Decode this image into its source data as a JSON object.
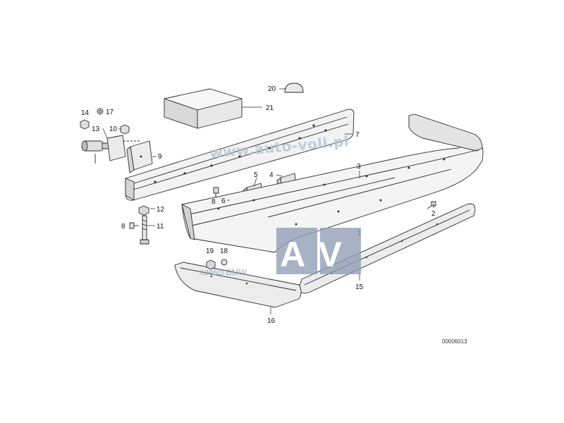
{
  "diagram": {
    "doc_number": "00006013",
    "watermark": {
      "url": "www.auto-voll.pl",
      "logo_letters": "AV",
      "logo_subtitle": "części BMW"
    },
    "part_numbers": {
      "p1": "1",
      "p2": "2",
      "p3": "3",
      "p4": "4",
      "p5": "5",
      "p6": "6",
      "p7": "7",
      "p8a": "8",
      "p8b": "8",
      "p9": "9",
      "p10": "10",
      "p11": "11",
      "p12": "12",
      "p13": "13",
      "p14": "14",
      "p15": "15",
      "p16": "16",
      "p17": "17",
      "p18": "18",
      "p19": "19",
      "p20": "20",
      "p21": "21"
    }
  }
}
